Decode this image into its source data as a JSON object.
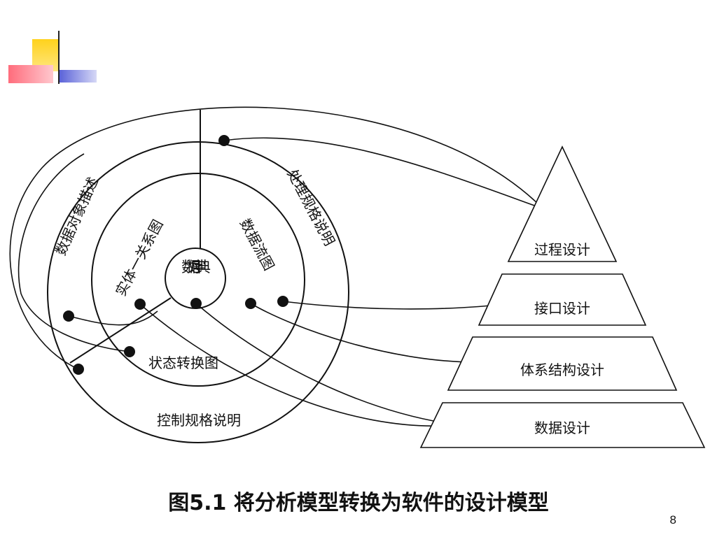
{
  "pyramid_layers": {
    "procedure_design": "过程设计",
    "interface_design": "接口设计",
    "architecture_design": "体系结构设计",
    "data_design": "数据设计"
  },
  "analysis_model": {
    "data_dictionary": "数据字典",
    "erd": "实体一关系图",
    "dfd": "数据流图",
    "std": "状态转换图",
    "data_object_description": "数据对象描述",
    "process_specification": "处理规格说明",
    "control_specification": "控制规格说明"
  },
  "caption": "图5.1  将分析模型转换为软件的设计模型",
  "page_number": "8",
  "colors": {
    "accent_yellow": "#FFD21C",
    "accent_pink": "#FF6C7C",
    "accent_blue": "#5860D8",
    "line": "#111111"
  }
}
